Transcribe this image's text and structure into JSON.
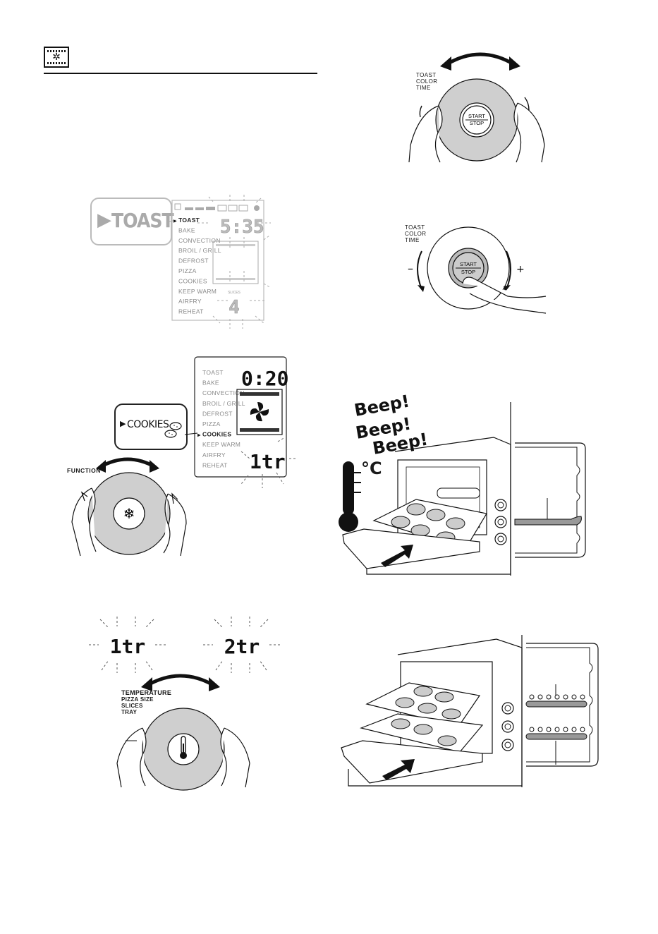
{
  "header": {
    "icon": "fan-icon"
  },
  "toast_display": {
    "badge": "TOAST",
    "menu": [
      "TOAST",
      "BAKE",
      "CONVECTION",
      "BROIL / GRILL",
      "DEFROST",
      "PIZZA",
      "COOKIES",
      "KEEP WARM",
      "AIRFRY",
      "REHEAT"
    ],
    "selected": "TOAST",
    "time": "5:35",
    "slices_label": "SLICES",
    "slices_value": "4"
  },
  "cookies_display": {
    "badge": "COOKIES",
    "menu": [
      "TOAST",
      "BAKE",
      "CONVECTION",
      "BROIL / GRILL",
      "DEFROST",
      "PIZZA",
      "COOKIES",
      "KEEP WARM",
      "AIRFRY",
      "REHEAT"
    ],
    "selected": "COOKIES",
    "time": "0:20",
    "tray": "1tr"
  },
  "function_dial": {
    "label": "FUNCTION"
  },
  "tray_select": {
    "option_1": "1tr",
    "option_2": "2tr",
    "labels": [
      "TEMPERATURE",
      "PIZZA SIZE",
      "SLICES",
      "TRAY"
    ]
  },
  "toast_dial": {
    "labels": [
      "TOAST",
      "COLOR",
      "TIME"
    ],
    "start": "START",
    "stop": "STOP"
  },
  "start_press": {
    "labels": [
      "TOAST",
      "COLOR",
      "TIME"
    ],
    "start": "START",
    "stop": "STOP",
    "minus": "–",
    "plus": "+"
  },
  "preheat": {
    "beeps": [
      "Beep!",
      "Beep!",
      "Beep!"
    ],
    "unit": "°C"
  }
}
